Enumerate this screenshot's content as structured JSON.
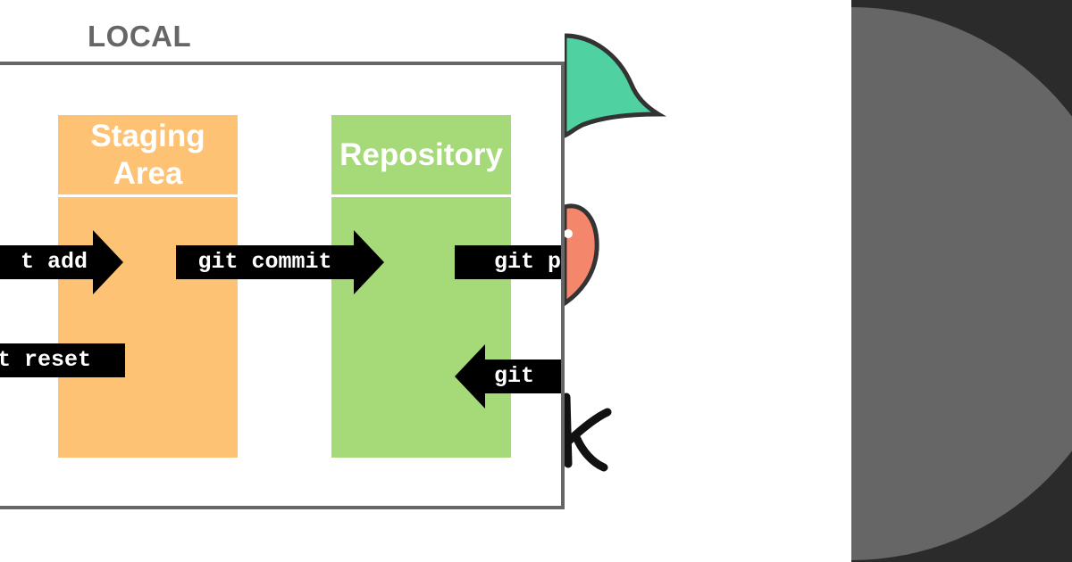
{
  "local_label": "LOCAL",
  "areas": {
    "staging": {
      "title_line1": "Staging",
      "title_line2": "Area"
    },
    "repository": {
      "title": "Repository"
    }
  },
  "commands": {
    "add": "t add",
    "commit": "git commit",
    "push": "git p",
    "reset": "t reset",
    "pull": "git"
  },
  "colors": {
    "staging": "#fdc274",
    "repository": "#a6d977",
    "arrow": "#000000",
    "frame": "#666666",
    "dark_panel": "#2b2b2b",
    "disc": "#666666",
    "leaf_green": "#4fd1a1",
    "coral": "#f3866b"
  },
  "icons": [
    "right-arrow-icon",
    "left-arrow-icon",
    "leaf-icon",
    "logo-illustration"
  ]
}
